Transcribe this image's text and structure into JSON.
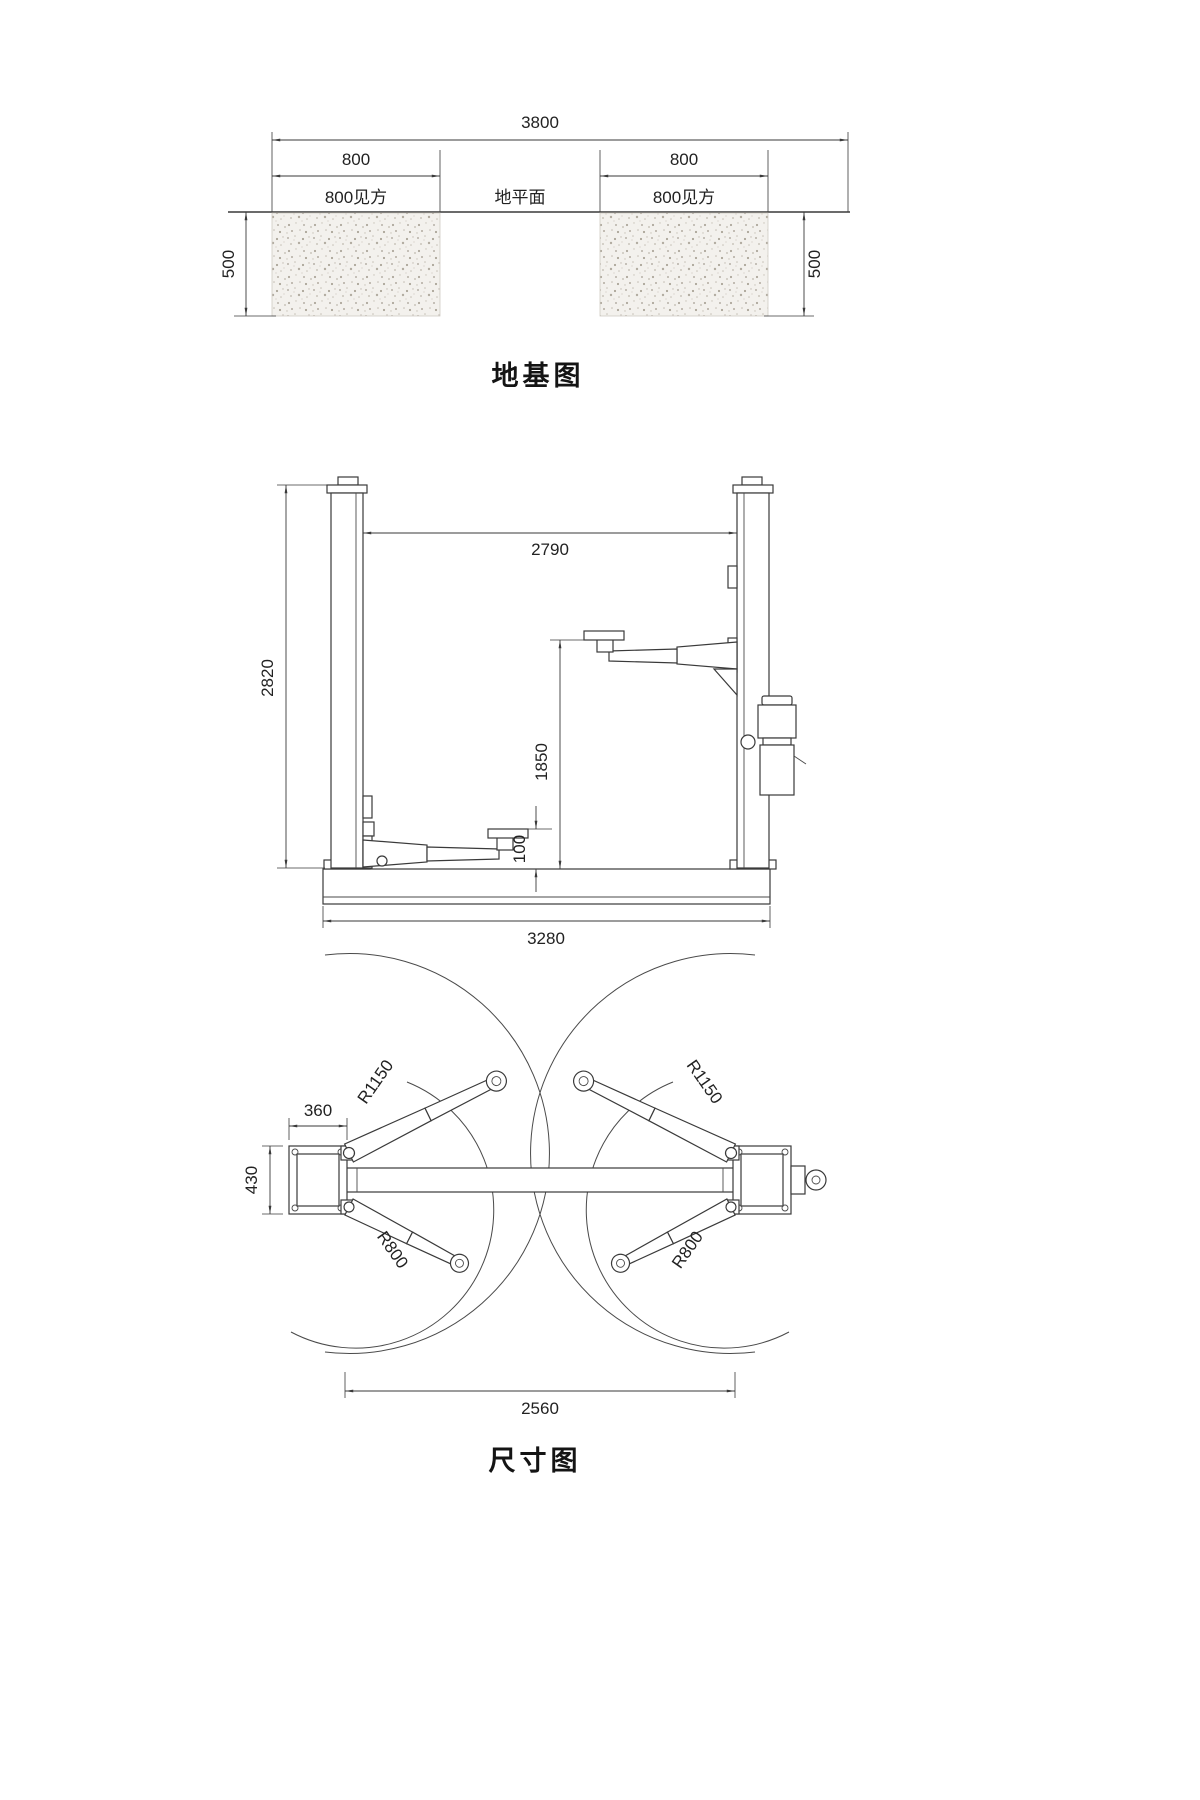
{
  "page": {
    "background": "#ffffff",
    "line_color": "#3a3a3a"
  },
  "foundation": {
    "title": "地基图",
    "dims": {
      "total_width": "3800",
      "left_block_width": "800",
      "right_block_width": "800",
      "left_depth": "500",
      "right_depth": "500"
    },
    "labels": {
      "left_block": "800见方",
      "ground": "地平面",
      "right_block": "800见方"
    }
  },
  "elevation": {
    "dims": {
      "inner_span": "2790",
      "post_height": "2820",
      "lift_height": "1850",
      "pad_min_height": "100",
      "base_width": "3280"
    }
  },
  "plan": {
    "title": "尺寸图",
    "dims": {
      "long_arm_radius_left": "R1150",
      "long_arm_radius_right": "R1150",
      "short_arm_radius_left": "R800",
      "short_arm_radius_right": "R800",
      "post_base_width": "360",
      "post_base_depth": "430",
      "span": "2560"
    }
  }
}
